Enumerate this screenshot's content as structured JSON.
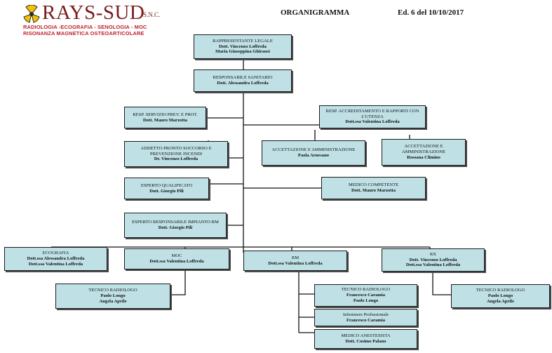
{
  "header": {
    "brand": "RAYS-SUD",
    "brand_suffix": "S.N.C.",
    "tagline_1": "RADIOLOGIA -ECOGRAFIA - SENOLOGIA - MOC",
    "tagline_2": "RISONANZA MAGNETICA OSTEOARTICOLARE",
    "title": "ORGANIGRAMMA",
    "edition": "Ed. 6 del 10/10/2017"
  },
  "colors": {
    "box_fill": "#bfe1e6",
    "box_border": "#1a1a1a",
    "brand": "#7a1b1b",
    "tagline": "#c0232a",
    "logo": "#f2c200"
  },
  "nodes": {
    "legale": {
      "title": "RAPPRESENTANTE LEGALE",
      "people": [
        "Dott. Vincenzo Loffreda",
        "Maria Giuseppina Ghiraosi"
      ]
    },
    "sanitario": {
      "title": "RESPONSABILE SANITARIO",
      "people": [
        "Dott. Alessandra Loffreda"
      ]
    },
    "prevenzione": {
      "title": "RESP. SERVIZIO PREV. E PROT.",
      "people": [
        "Dott. Mauro Marzotta"
      ]
    },
    "accreditamento": {
      "title": "RESP. ACCREDITAMENTO E RAPPORTI CON L'UTENZA",
      "people": [
        "Dott.ssa Valentina Loffreda"
      ]
    },
    "soccorso": {
      "title": "ADDETTO PRONTO SOCCORSO E PREVENZIONE INCENDI",
      "people": [
        "Dr. Vincenzo Loffreda"
      ]
    },
    "accettazione1": {
      "title": "ACCETTAZIONE E AMMINISTRAZIONE",
      "people": [
        "Paola Arnesano"
      ]
    },
    "accettazione2": {
      "title": "ACCETTAZIONE E AMMINISTRAZIONE",
      "people": [
        "Rossana Climino"
      ]
    },
    "esperto": {
      "title": "ESPERTO QUALIFICATO",
      "people": [
        "Dott. Giorgio Pili"
      ]
    },
    "medico_competente": {
      "title": "MEDICO COMPETENTE",
      "people": [
        "Dott. Mauro Marzotta"
      ]
    },
    "esperto_rm": {
      "title": "ESPERTO RESPONSABILE IMPIANTO RM",
      "people": [
        "Dott. Giorgio Pili"
      ]
    },
    "ecografia": {
      "title": "ECOGRAFIA",
      "people": [
        "Dott.ssa Alessandra Loffreda",
        "Dott.ssa Valentina Loffreda"
      ]
    },
    "moc": {
      "title": "MOC",
      "people": [
        "Dott.ssa Valentina Loffreda"
      ]
    },
    "rm": {
      "title": "RM",
      "people": [
        "Dott.ssa Valentina Loffreda"
      ]
    },
    "rx": {
      "title": "RX",
      "people": [
        "Dott. Vincenzo Loffreda",
        "Dott.ssa Valentina Loffreda"
      ]
    },
    "tec_moc": {
      "title": "TECNICO RADIOLOGO",
      "people": [
        "Paolo Longo",
        "Angela Aprile"
      ]
    },
    "tec_rm": {
      "title": "TECNICO RADIOLOGO",
      "people": [
        "Francesco Caramia",
        "Paolo Longo"
      ]
    },
    "infermiere": {
      "title": "Infermiere Professionale",
      "people": [
        "Francesco Caramia"
      ]
    },
    "anestesista": {
      "title": "MEDICO ANESTESISTA",
      "people": [
        "Dott. Cosimo Palano"
      ]
    },
    "tec_rx": {
      "title": "TECNICO RADIOLOGO",
      "people": [
        "Paolo Longo",
        "Angela Aprile"
      ]
    }
  }
}
